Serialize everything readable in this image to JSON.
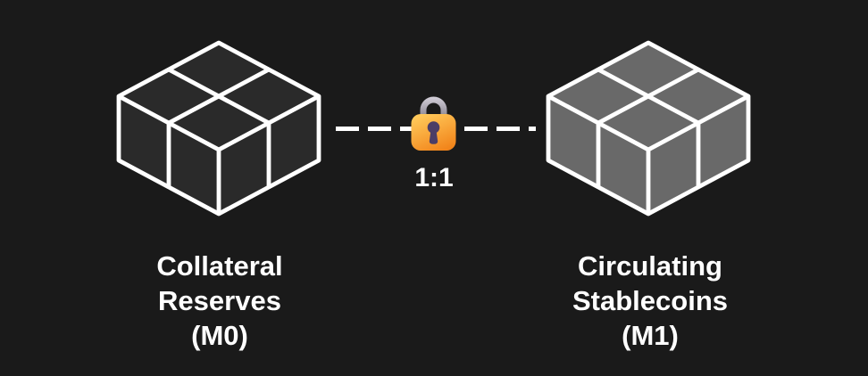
{
  "diagram": {
    "left": {
      "label_lines": [
        "Collateral",
        "Reserves",
        "(M0)"
      ]
    },
    "right": {
      "label_lines": [
        "Circulating",
        "Stablecoins",
        "(M1)"
      ]
    },
    "center": {
      "ratio": "1:1",
      "lock_icon": "locked-padlock-emoji"
    }
  },
  "colors": {
    "background": "#1a1a1a",
    "cube_left_fill": "#2a2a2a",
    "cube_right_fill": "#696969",
    "cube_outline": "#ffffff",
    "dash": "#ffffff",
    "text": "#ffffff",
    "lock_body_top": "#ffc859",
    "lock_body_bottom": "#f2851b",
    "lock_shackle_light": "#d9d5df",
    "lock_shackle_dark": "#8f8a96",
    "lock_keyhole": "#4b3d66"
  }
}
